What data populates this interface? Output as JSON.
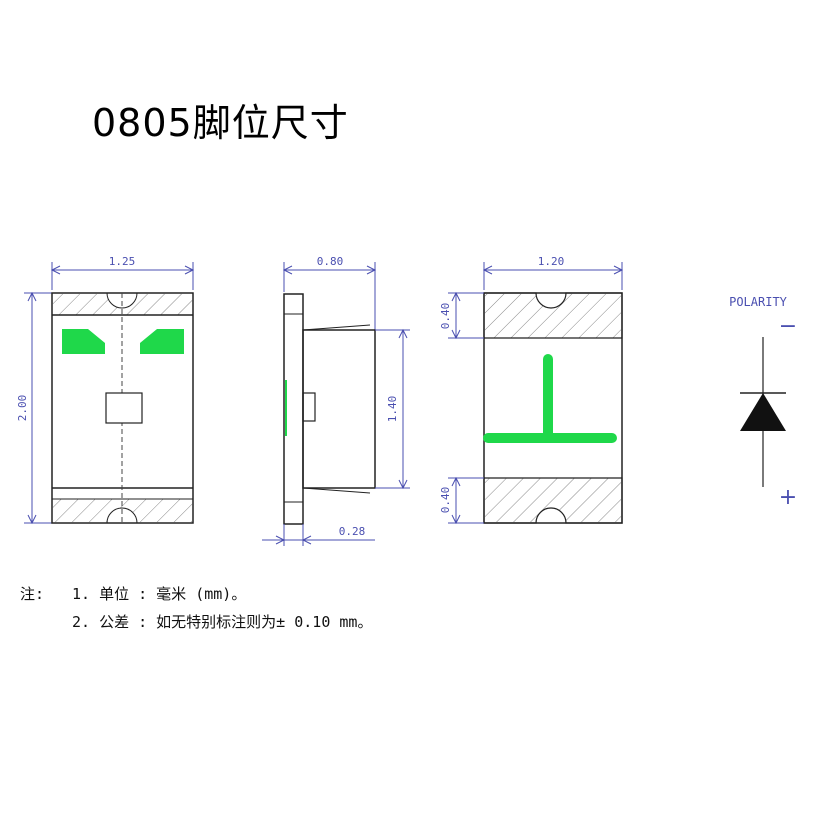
{
  "title": "0805脚位尺寸",
  "dimensions": {
    "front_width": "1.25",
    "front_height": "2.00",
    "side_width": "0.80",
    "side_body_height": "1.40",
    "side_terminal": "0.28",
    "bottom_width": "1.20",
    "bottom_pad_top": "0.40",
    "bottom_pad_bottom": "0.40"
  },
  "polarity": {
    "label": "POLARITY",
    "minus": "−",
    "plus": "+"
  },
  "notes": {
    "prefix": "注:",
    "line1": "1. 单位 : 毫米 (mm)。",
    "line2": "2. 公差 : 如无特别标注则为± 0.10 mm。"
  },
  "colors": {
    "outline": "#222222",
    "dimension": "#4a4fb0",
    "marking": "#1fd84a"
  }
}
